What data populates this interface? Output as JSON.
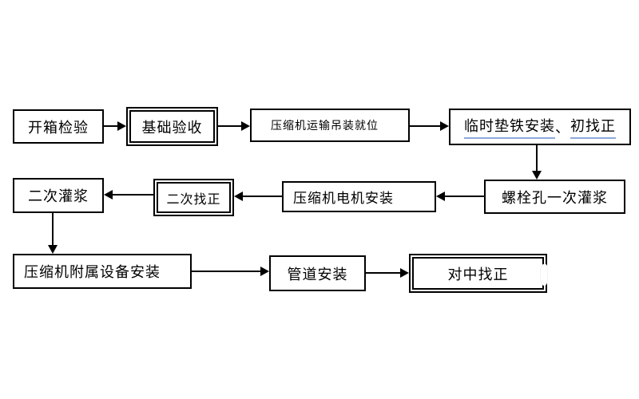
{
  "diagram": {
    "type": "flowchart",
    "background_color": "#ffffff",
    "line_color": "#000000",
    "underline_color": "#8ea9db",
    "nodes": [
      {
        "id": "unboxing-inspection",
        "label": "开箱检验",
        "border": "single"
      },
      {
        "id": "foundation-acceptance",
        "label": "基础验收",
        "border": "double"
      },
      {
        "id": "compressor-transport-hoisting-in-place",
        "label": "压缩机运输吊装就位",
        "border": "single"
      },
      {
        "id": "temporary-shim-install-initial-alignment",
        "label": "临时垫铁安装、初找正",
        "parts": [
          "临时垫铁安装",
          "、",
          "初找正"
        ],
        "border": "single",
        "underlined": true
      },
      {
        "id": "bolt-hole-first-grouting",
        "label": "螺栓孔一次灌浆",
        "border": "single"
      },
      {
        "id": "compressor-motor-installation",
        "label": "压缩机电机安装",
        "border": "single"
      },
      {
        "id": "second-alignment",
        "label": "二次找正",
        "border": "double"
      },
      {
        "id": "second-grouting",
        "label": "二次灌浆",
        "border": "single"
      },
      {
        "id": "compressor-auxiliary-equipment-installation",
        "label": "压缩机附属设备安装",
        "border": "single"
      },
      {
        "id": "piping-installation",
        "label": "管道安装",
        "border": "single"
      },
      {
        "id": "centering-alignment",
        "label": "对中找正",
        "border": "double"
      }
    ],
    "edges": [
      {
        "from": "unboxing-inspection",
        "to": "foundation-acceptance"
      },
      {
        "from": "foundation-acceptance",
        "to": "compressor-transport-hoisting-in-place"
      },
      {
        "from": "compressor-transport-hoisting-in-place",
        "to": "temporary-shim-install-initial-alignment"
      },
      {
        "from": "temporary-shim-install-initial-alignment",
        "to": "bolt-hole-first-grouting"
      },
      {
        "from": "bolt-hole-first-grouting",
        "to": "compressor-motor-installation"
      },
      {
        "from": "compressor-motor-installation",
        "to": "second-alignment"
      },
      {
        "from": "second-alignment",
        "to": "second-grouting"
      },
      {
        "from": "second-grouting",
        "to": "compressor-auxiliary-equipment-installation"
      },
      {
        "from": "compressor-auxiliary-equipment-installation",
        "to": "piping-installation"
      },
      {
        "from": "piping-installation",
        "to": "centering-alignment"
      }
    ]
  }
}
